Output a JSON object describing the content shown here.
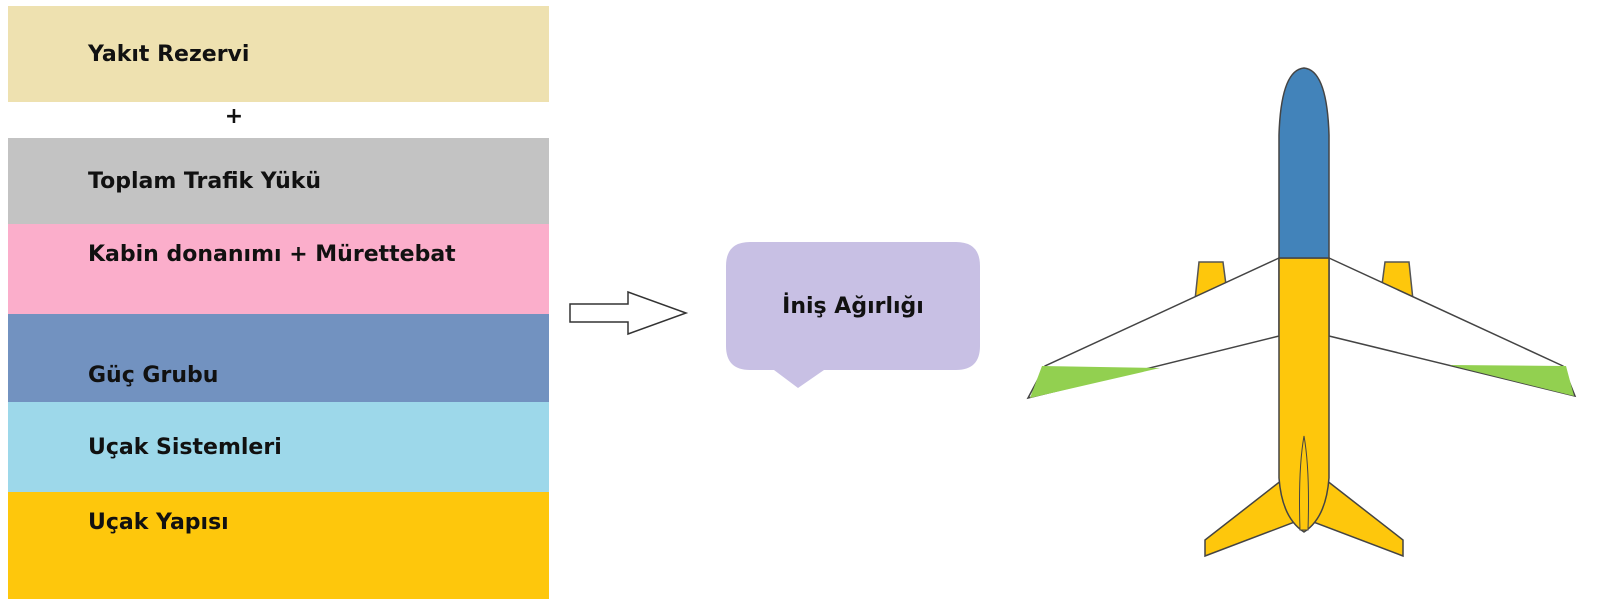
{
  "stack": {
    "fuel_reserve": "Yakıt Rezervi",
    "plus": "+",
    "total_traffic_load": "Toplam Trafik Yükü",
    "cabin_and_crew": "Kabin donanımı + Mürettebat",
    "power_group": "Güç Grubu",
    "aircraft_systems": "Uçak Sistemleri",
    "aircraft_structure": "Uçak Yapısı"
  },
  "result": {
    "label": "İniş Ağırlığı"
  },
  "colors": {
    "fuel_reserve": "#eee1b0",
    "total_traffic_load": "#c3c3c3",
    "cabin_and_crew": "#fbaecb",
    "power_group": "#7292c0",
    "aircraft_systems": "#9dd8ea",
    "aircraft_structure": "#fec70c",
    "callout": "#c8c0e4",
    "airplane_nose": "#4283ba",
    "airplane_wing_tip": "#92d050"
  }
}
